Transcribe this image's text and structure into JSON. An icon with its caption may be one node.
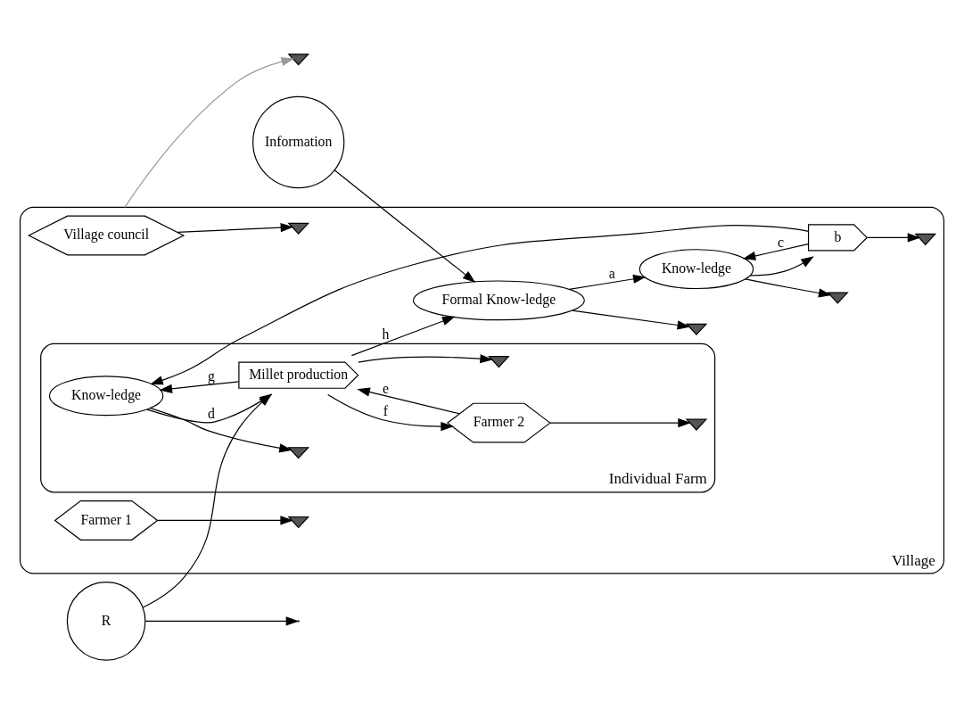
{
  "diagram": {
    "nodes": [
      {
        "text": [
          "Information"
        ]
      },
      {
        "text": [
          "Village"
        ]
      },
      {
        "text": [
          "Village council"
        ],
        "in": 1
      },
      {
        "text": [
          "Formal Know-ledge"
        ],
        "in": 1
      },
      {
        "text": [],
        "shape": "ground",
        "in": 1
      },
      {
        "text": [],
        "shape": "ground",
        "in": 1
      },
      {
        "text": [
          "Individual Farm"
        ],
        "in": 1
      },
      {
        "text": [
          "Know-ledge"
        ],
        "in": 1
      },
      {
        "text": [
          "Farmer 1"
        ],
        "in": 1
      },
      {
        "text": [],
        "shape": "ground",
        "in": 1
      },
      {
        "text": [
          "b"
        ],
        "in": 1
      },
      {
        "text": [],
        "shape": "ground",
        "in": 1
      },
      {
        "text": [],
        "shape": "ground",
        "in": 1
      },
      {
        "text": [
          "Know-ledge"
        ],
        "in": 6
      },
      {
        "text": [
          "Farmer 2"
        ],
        "in": 6
      },
      {
        "text": [],
        "shape": "ground",
        "in": 6
      },
      {
        "text": [],
        "shape": "ground",
        "in": 6
      },
      {
        "text": [
          "Millet production"
        ],
        "in": 6
      },
      {
        "text": [],
        "shape": "ground",
        "in": 6
      },
      {
        "text": [
          "R"
        ]
      },
      {
        "text": [],
        "shape": "ground"
      }
    ],
    "edges": [
      {
        "from": 0,
        "to": 3,
        "arrow": "to"
      },
      {
        "from": 3,
        "to": 7,
        "arrow": "to",
        "label": "a"
      },
      {
        "from": 7,
        "to": 10,
        "arrow": "to"
      },
      {
        "from": 10,
        "to": 7,
        "arrow": "to",
        "label": "c"
      },
      {
        "from": 10,
        "to": 13,
        "arrow": "to"
      },
      {
        "from": 13,
        "to": 17,
        "arrow": "to",
        "label": "d"
      },
      {
        "from": 14,
        "to": 17,
        "arrow": "to",
        "label": "e"
      },
      {
        "from": 17,
        "to": 14,
        "arrow": "to",
        "label": "f"
      },
      {
        "from": 17,
        "to": 13,
        "arrow": "to",
        "label": "g"
      },
      {
        "from": 17,
        "to": 3,
        "arrow": "to",
        "label": "h"
      },
      {
        "from": 19,
        "to": 17,
        "arrow": "to"
      },
      {
        "from": 19,
        "to": null,
        "arrow": "to"
      },
      {
        "from": 3,
        "to": 4,
        "arrow": "to"
      },
      {
        "from": 2,
        "to": 5,
        "arrow": "to"
      },
      {
        "from": 7,
        "to": 9,
        "arrow": "to"
      },
      {
        "from": 8,
        "to": 11,
        "arrow": "to"
      },
      {
        "from": 10,
        "to": 12,
        "arrow": "to"
      },
      {
        "from": 13,
        "to": 15,
        "arrow": "to"
      },
      {
        "from": 14,
        "to": 16,
        "arrow": "to"
      },
      {
        "from": 17,
        "to": 18,
        "arrow": "to"
      },
      {
        "from": 1,
        "to": 20,
        "arrow": "to",
        "color": "#999999"
      }
    ]
  }
}
